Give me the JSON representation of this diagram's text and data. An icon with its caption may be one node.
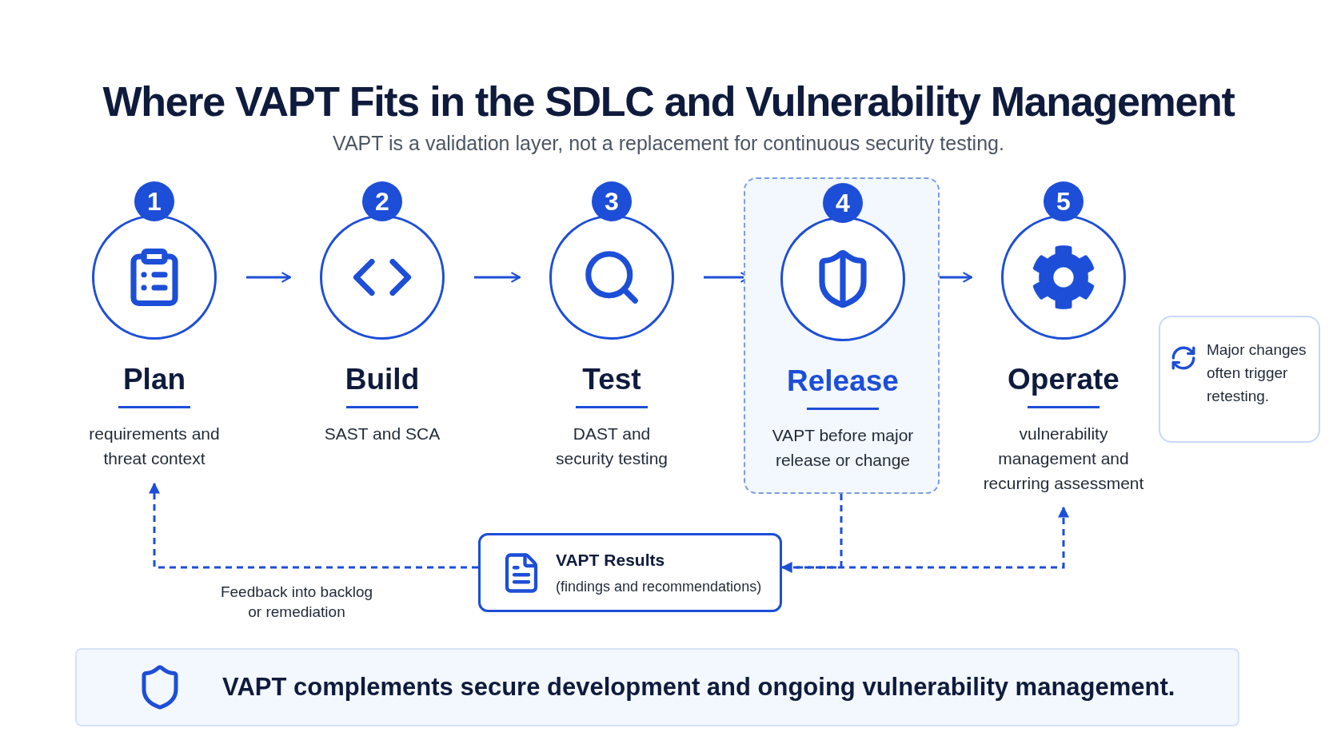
{
  "diagram": {
    "title": "Where VAPT Fits in the SDLC and Vulnerability Management",
    "nodes": [
      {
        "text": [
          "1",
          "Plan",
          "requirements and threat context"
        ]
      },
      {
        "text": [
          "2",
          "Build",
          "SAST and SCA"
        ]
      },
      {
        "text": [
          "3",
          "Test",
          "DAST and security testing"
        ]
      },
      {
        "text": [],
        "shape": "box"
      },
      {
        "text": [
          "4",
          "Release",
          "VAPT before major release or change"
        ],
        "in": 3
      },
      {
        "text": [
          "5",
          "Operate",
          "vulnerability management and recurring assessment"
        ]
      },
      {
        "text": [
          "Major changes often trigger retesting."
        ]
      },
      {
        "text": [
          "VAPT Results",
          "(findings and recommendations)"
        ]
      },
      {
        "text": [
          "VAPT complements secure development and ongoing vulnerability management."
        ]
      }
    ],
    "edges": [
      {
        "from": 0,
        "to": 1,
        "arrow": "to"
      },
      {
        "from": 1,
        "to": 2,
        "arrow": "to"
      },
      {
        "from": 2,
        "to": 4,
        "arrow": "to"
      },
      {
        "from": 4,
        "to": 5,
        "arrow": "to"
      },
      {
        "from": 3,
        "to": 7,
        "arrow": "to",
        "style": "dashed"
      },
      {
        "from": 7,
        "to": 0,
        "arrow": "to",
        "style": "dashed",
        "label": "Feedback into backlog or remediation"
      },
      {
        "from": 7,
        "to": 5,
        "arrow": "to",
        "style": "dashed"
      }
    ],
    "labels": [
      "VAPT is a validation layer, not a replacement for continuous security testing."
    ]
  }
}
